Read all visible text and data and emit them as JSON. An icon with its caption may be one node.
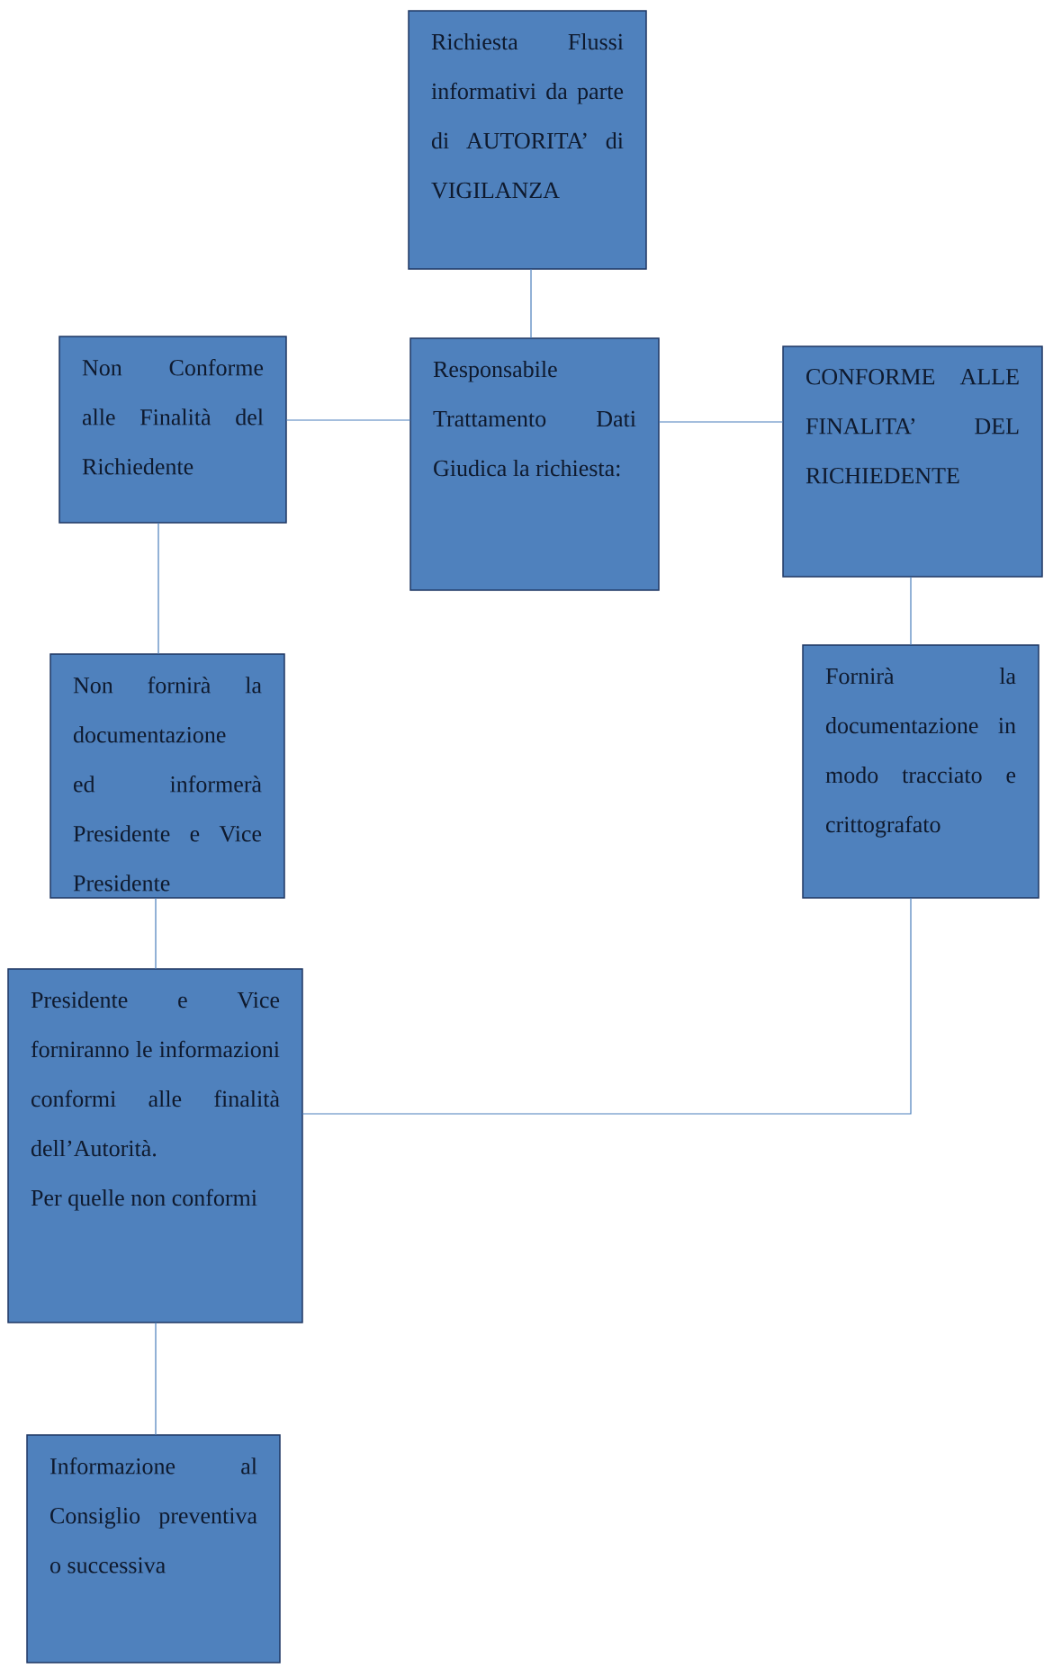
{
  "diagram": {
    "nodes": [
      {
        "text": [
          "Richiesta Flussi informativi da parte di AUTORITA’ di VIGILANZA"
        ]
      },
      {
        "text": [
          "Non Conforme alle Finalità del Richiedente"
        ]
      },
      {
        "text": [
          "Responsabile Trattamento Dati Giudica la richiesta:"
        ]
      },
      {
        "text": [
          "CONFORME ALLE FINALITA’ DEL RICHIEDENTE"
        ]
      },
      {
        "text": [
          "Non fornirà la documentazione ed informerà Presidente e Vice Presidente"
        ]
      },
      {
        "text": [
          "Fornirà la documentazione in modo tracciato e crittografato"
        ]
      },
      {
        "text": [
          "Presidente e Vice forniranno le informazioni conformi alle finalità dell’Autorità.",
          "Per quelle non conformi"
        ]
      },
      {
        "text": [
          "Informazione al Consiglio preventiva o successiva"
        ]
      }
    ],
    "edges": [
      {
        "from": 0,
        "to": 2,
        "arrow": "none"
      },
      {
        "from": 2,
        "to": 1,
        "arrow": "none"
      },
      {
        "from": 2,
        "to": 3,
        "arrow": "none"
      },
      {
        "from": 1,
        "to": 4,
        "arrow": "none"
      },
      {
        "from": 3,
        "to": 5,
        "arrow": "none"
      },
      {
        "from": 4,
        "to": 6,
        "arrow": "none"
      },
      {
        "from": 5,
        "to": 6,
        "arrow": "none"
      },
      {
        "from": 6,
        "to": 7,
        "arrow": "none"
      }
    ]
  }
}
